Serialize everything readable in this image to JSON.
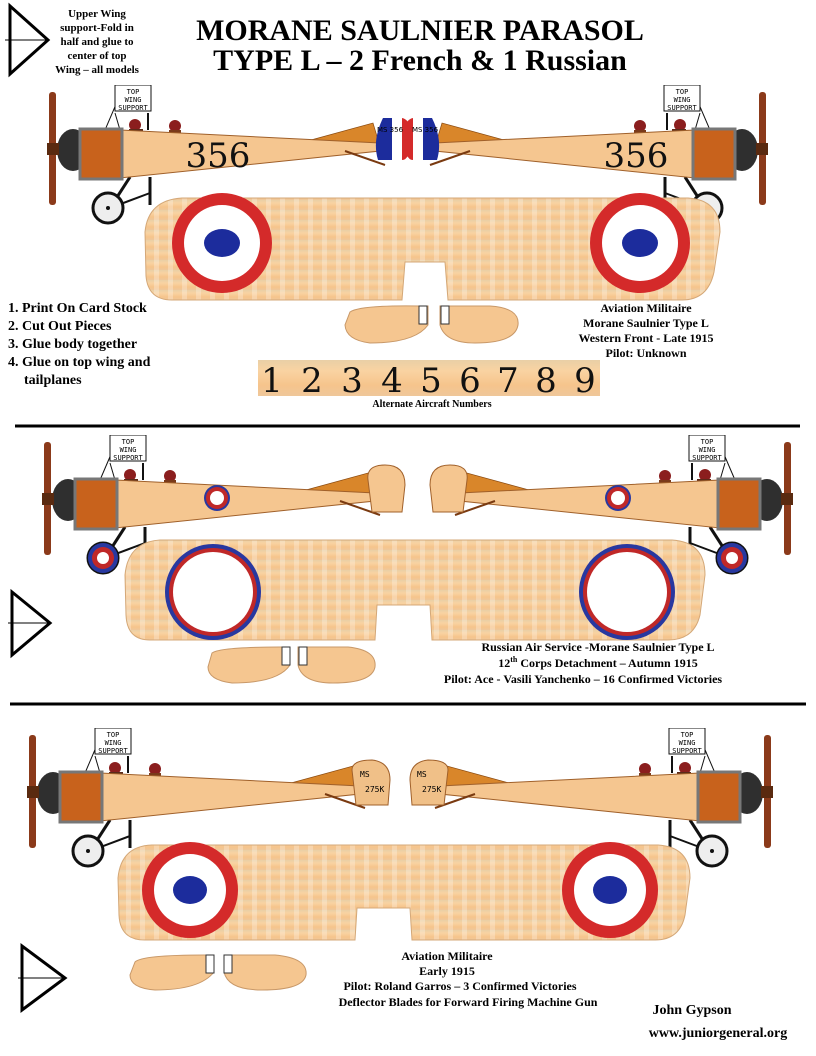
{
  "header": {
    "title_line1": "MORANE SAULNIER PARASOL",
    "title_line2": "TYPE L – 2 French & 1 Russian",
    "fold_note": [
      "Upper Wing",
      "support-Fold in",
      "half and glue to",
      "center of top",
      "Wing – all models"
    ]
  },
  "instructions": [
    "1. Print On Card Stock",
    "2. Cut Out Pieces",
    "3. Glue body together",
    "4. Glue on top wing and",
    "tailplanes"
  ],
  "plane_sign": [
    "TOP",
    "WING",
    "SUPPORT"
  ],
  "french_1": {
    "fuselage_number": "356",
    "rudder_text": "MS 356",
    "caption": [
      "Aviation Militaire",
      "Morane Saulnier Type L",
      "Western Front  - Late 1915",
      "Pilot: Unknown"
    ]
  },
  "alternate_numbers": {
    "digits": [
      "1",
      "2",
      "3",
      "4",
      "5",
      "6",
      "7",
      "8",
      "9"
    ],
    "label": "Alternate Aircraft Numbers"
  },
  "russian": {
    "caption_line1": "Russian Air Service -Morane Saulnier Type L",
    "caption_line2_pre": "12",
    "caption_line2_sup": "th",
    "caption_line2_post": " Corps Detachment – Autumn 1915",
    "caption_line3": "Pilot: Ace - Vasili Yanchenko – 16 Confirmed Victories"
  },
  "french_2": {
    "rudder_text_1": "MS",
    "rudder_text_2": "275K",
    "caption": [
      "Aviation Militaire",
      "Early 1915",
      "Pilot: Roland Garros – 3 Confirmed Victories",
      "Deflector Blades for Forward Firing Machine Gun"
    ]
  },
  "credit": {
    "author": "John Gypson",
    "website": "www.juniorgeneral.org"
  },
  "colors": {
    "linen": "#f5c690",
    "roundel_red": "#d42a2a",
    "roundel_blue": "#1c2c9c",
    "propeller": "#8b3a1a",
    "cowl_panel": "#c8621c"
  }
}
